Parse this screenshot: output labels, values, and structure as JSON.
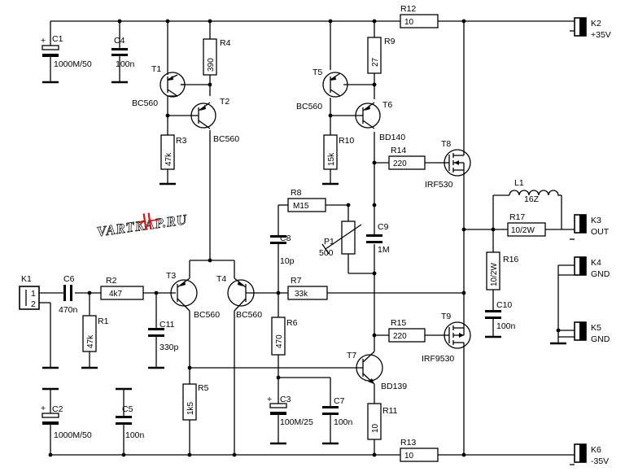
{
  "components": {
    "C1": {
      "ref": "C1",
      "value": "1000M/50"
    },
    "C4": {
      "ref": "C4",
      "value": "100n"
    },
    "T1": {
      "ref": "T1",
      "value": "BC560"
    },
    "R4": {
      "ref": "R4",
      "value": "390"
    },
    "T2": {
      "ref": "T2",
      "value": "BC560"
    },
    "R3": {
      "ref": "R3",
      "value": "47k"
    },
    "R12": {
      "ref": "R12",
      "value": "10"
    },
    "K2": {
      "ref": "K2",
      "value": "+35V"
    },
    "R9": {
      "ref": "R9",
      "value": "27"
    },
    "T5": {
      "ref": "T5",
      "value": "BC560"
    },
    "T6": {
      "ref": "T6",
      "value": "BD140"
    },
    "R10": {
      "ref": "R10",
      "value": "15k"
    },
    "R14": {
      "ref": "R14",
      "value": "220"
    },
    "T8": {
      "ref": "T8",
      "value": "IRF530"
    },
    "R8": {
      "ref": "R8",
      "value": "M15"
    },
    "C9": {
      "ref": "C9",
      "value": "1M"
    },
    "P1": {
      "ref": "P1",
      "value": "500"
    },
    "C8": {
      "ref": "C8",
      "value": "10p"
    },
    "L1": {
      "ref": "L1",
      "value": "16Z"
    },
    "R17": {
      "ref": "R17",
      "value": "10/2W"
    },
    "K3": {
      "ref": "K3",
      "value": "OUT"
    },
    "R16": {
      "ref": "R16",
      "value": "10/2W"
    },
    "K4": {
      "ref": "K4",
      "value": "GND"
    },
    "K1": {
      "ref": "K1",
      "pin1": "1",
      "pin2": "2"
    },
    "C6": {
      "ref": "C6",
      "value": "470n"
    },
    "R2": {
      "ref": "R2",
      "value": "4k7"
    },
    "T3": {
      "ref": "T3",
      "value": "BC560"
    },
    "T4": {
      "ref": "T4",
      "value": "BC560"
    },
    "R7": {
      "ref": "R7",
      "value": "33k"
    },
    "R1": {
      "ref": "R1",
      "value": "47k"
    },
    "C11": {
      "ref": "C11",
      "value": "330p"
    },
    "C10": {
      "ref": "C10",
      "value": "100n"
    },
    "K5": {
      "ref": "K5",
      "value": "GND"
    },
    "R15": {
      "ref": "R15",
      "value": "220"
    },
    "T9": {
      "ref": "T9",
      "value": "IRF9530"
    },
    "R6": {
      "ref": "R6",
      "value": "470"
    },
    "T7": {
      "ref": "T7",
      "value": "BD139"
    },
    "R5": {
      "ref": "R5",
      "value": "1k5"
    },
    "C3": {
      "ref": "C3",
      "value": "100M/25"
    },
    "C7": {
      "ref": "C7",
      "value": "100n"
    },
    "R11": {
      "ref": "R11",
      "value": "10"
    },
    "C2": {
      "ref": "C2",
      "value": "1000M/50"
    },
    "C5": {
      "ref": "C5",
      "value": "100n"
    },
    "R13": {
      "ref": "R13",
      "value": "10"
    },
    "K6": {
      "ref": "K6",
      "value": "-35V"
    }
  },
  "watermark": "VARTKAP.RU",
  "colors": {
    "wire": "#000000",
    "watermark_symbol": "#e01010",
    "background": "#ffffff"
  }
}
